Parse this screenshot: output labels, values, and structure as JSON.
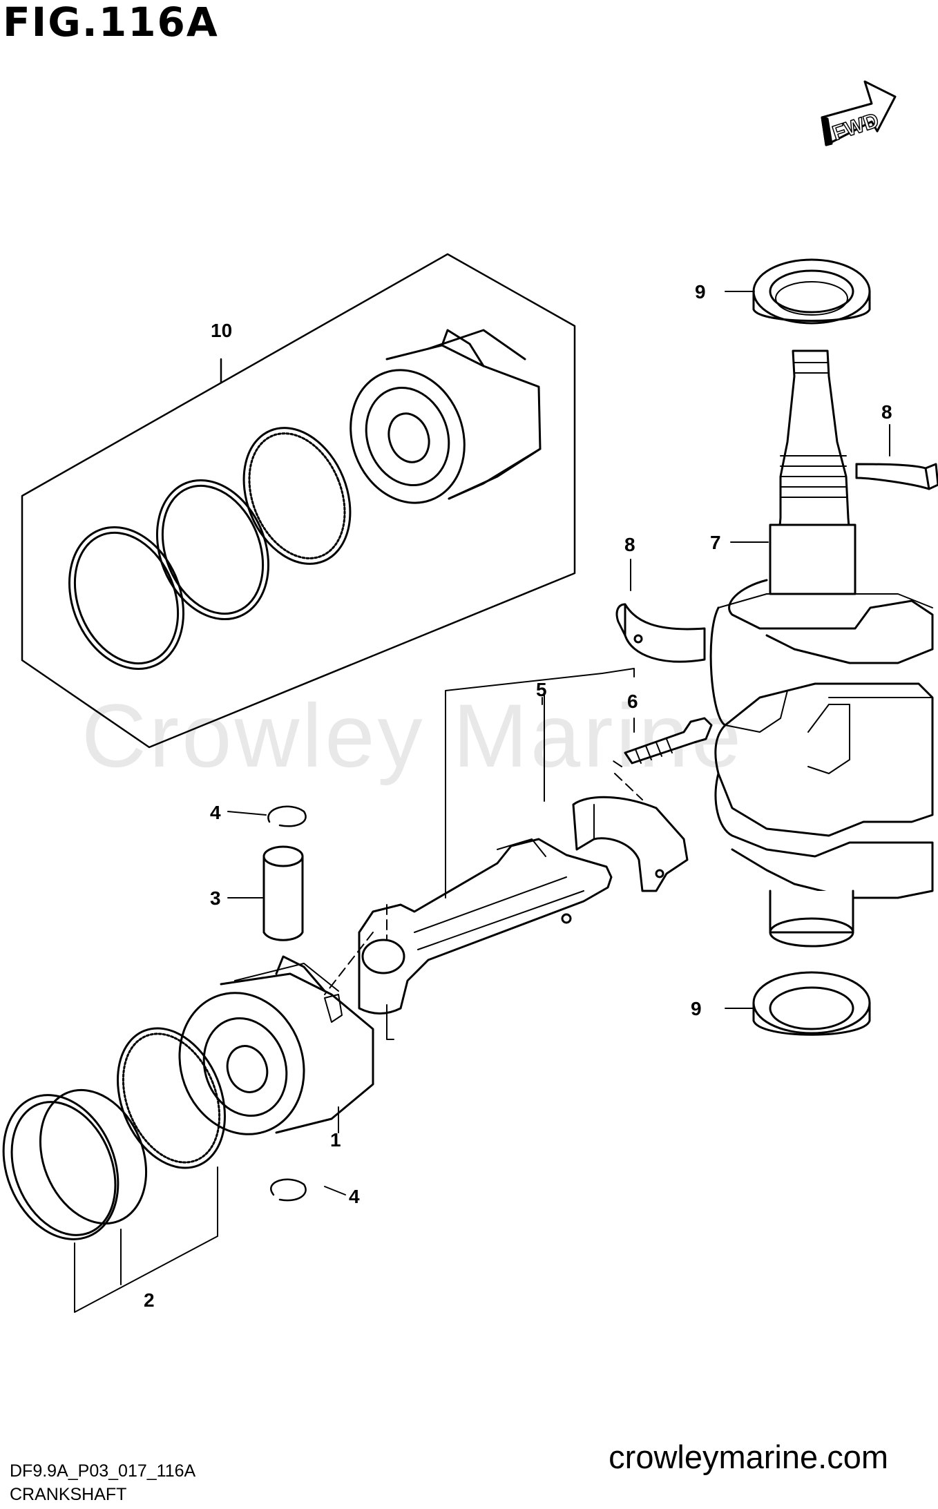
{
  "figure": {
    "title": "FIG.116A",
    "code": "DF9.9A_P03_017_116A",
    "caption": "CRANKSHAFT",
    "website": "crowleymarine.com",
    "watermark": "Crowley Marine",
    "direction": "FWD"
  },
  "callouts": [
    {
      "id": "1",
      "label": "1"
    },
    {
      "id": "2",
      "label": "2"
    },
    {
      "id": "3",
      "label": "3"
    },
    {
      "id": "4a",
      "label": "4"
    },
    {
      "id": "4b",
      "label": "4"
    },
    {
      "id": "5",
      "label": "5"
    },
    {
      "id": "6",
      "label": "6"
    },
    {
      "id": "7",
      "label": "7"
    },
    {
      "id": "8a",
      "label": "8"
    },
    {
      "id": "8b",
      "label": "8"
    },
    {
      "id": "9a",
      "label": "9"
    },
    {
      "id": "9b",
      "label": "9"
    },
    {
      "id": "10",
      "label": "10"
    }
  ]
}
